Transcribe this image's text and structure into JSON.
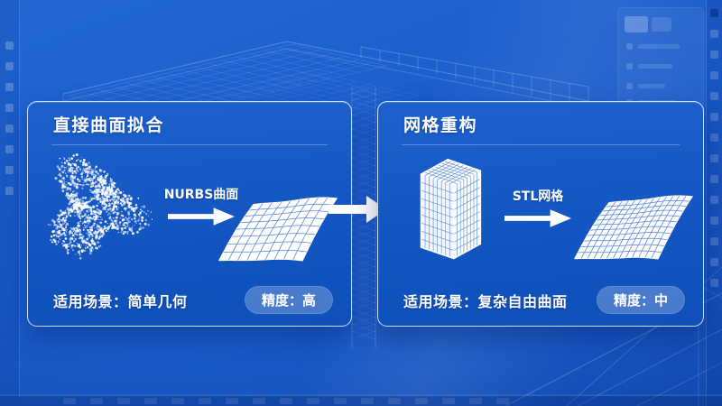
{
  "panels": [
    {
      "title": "直接曲面拟合",
      "method_label": "NURBS曲面",
      "scenario": "适用场景：简单几何",
      "badge": "精度：高",
      "source_graphic": "point-cloud",
      "result_graphic": "nurbs-surface"
    },
    {
      "title": "网格重构",
      "method_label": "STL网格",
      "scenario": "适用场景：复杂自由曲面",
      "badge": "精度：中",
      "source_graphic": "meshed-cube",
      "result_graphic": "reconstructed-surface"
    }
  ],
  "colors": {
    "background": "#1b5ecd",
    "card": "#1356c2",
    "card_border": "#e4f0ff",
    "badge_bg": "#4d85e3",
    "text": "#ffffff",
    "surface_grid_line": "#4b80d8",
    "wireframe_line": "#aecbf5"
  }
}
